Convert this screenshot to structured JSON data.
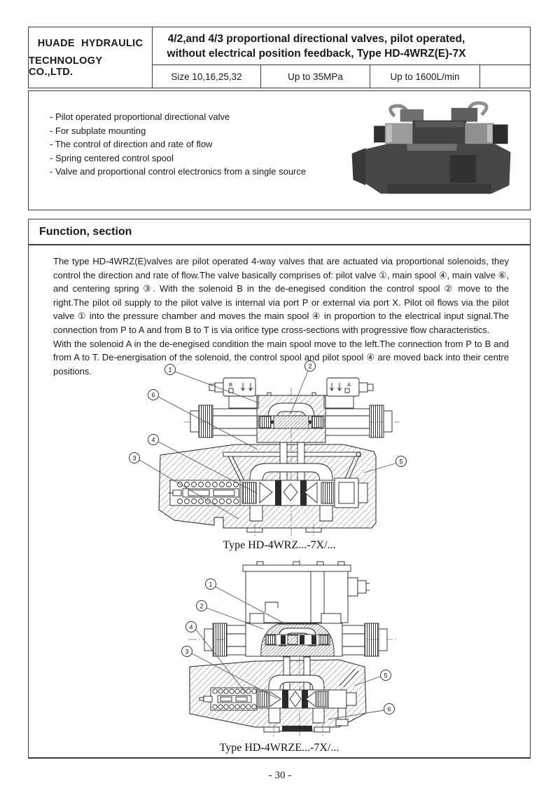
{
  "colors": {
    "ink": "#1a1a1a",
    "border": "#3a3a3a",
    "paper": "#ffffff"
  },
  "header": {
    "company_line1": "HUADE  HYDRAULIC",
    "company_line2": "TECHNOLOGY  CO.,LTD.",
    "title_line1": "4/2,and 4/3 proportional directional valves, pilot operated,",
    "title_line2": "without electrical position feedback, Type HD-4WRZ(E)-7X",
    "specs": [
      "Size 10,16,25,32",
      "Up to 35MPa",
      "Up to 1600L/min"
    ]
  },
  "features": {
    "items": [
      "- Pilot operated proportional directional valve",
      "- For subplate mounting",
      "- The control of direction and rate of flow",
      "- Spring centered control spool",
      "- Valve and proportional control electronics from a single source"
    ]
  },
  "function_section": {
    "heading": "Function, section",
    "paragraph1": "The type HD-4WRZ(E)valves are pilot operated 4-way valves that are actuated via proportional solenoids, they control the direction and rate of flow.The valve basically comprises of: pilot valve ①, main spool ④, main valve ⑥, and centering spring ③. With the solenoid B in the de-enegised condition the control spool ② move to the right.The pilot oil supply to the pilot valve is internal via port P or external via port X. Pilot oil flows via the pilot valve ① into the pressure chamber and moves the main spool ④ in proportion to the electrical input signal.The connection from P to A and from B to T is via orifice type cross-sections with progressive flow characteristics.",
    "paragraph2": "With the solenoid A in the de-enegised condition the main spool move to the left.The connection from P to B and from A to T. De-energisation of the solenoid, the control spool and pilot spool ④ are moved back into their centre positions.",
    "diagram1": {
      "caption": "Type HD-4WRZ...-7X/...",
      "solenoid_left_label": "B",
      "solenoid_right_label": "A",
      "callouts": {
        "c1": "1",
        "c2": "2",
        "c3": "3",
        "c4": "4",
        "c5": "5",
        "c6": "6"
      }
    },
    "diagram2": {
      "caption": "Type HD-4WRZE...-7X/...",
      "callouts": {
        "c1": "1",
        "c2": "2",
        "c3": "3",
        "c4": "4",
        "c5": "5",
        "c6": "6"
      }
    }
  },
  "footer": {
    "page_number": "- 30 -"
  }
}
